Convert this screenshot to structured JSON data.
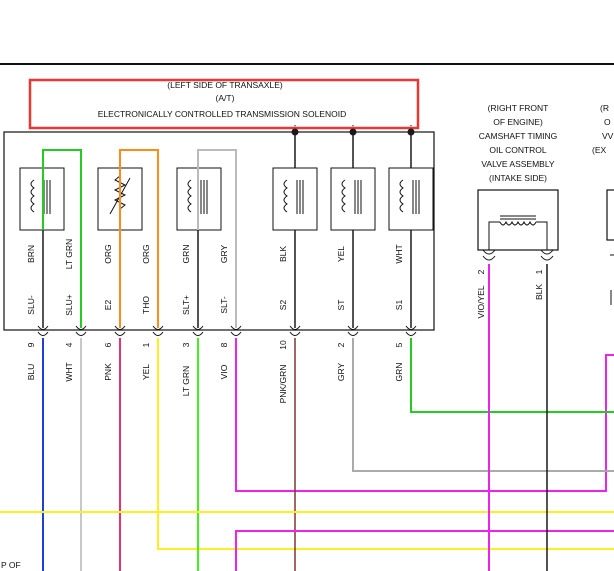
{
  "solenoid": {
    "title_line1": "(LEFT SIDE OF TRANSAXLE)",
    "title_line2": "(A/T)",
    "title_line3": "ELECTRONICALLY CONTROLLED TRANSMISSION SOLENOID",
    "highlight_color": "#e53935",
    "coils": [
      {
        "wire": "BRN",
        "pin_label": "SLU-",
        "pin": "9",
        "out_color_name": "BLU",
        "wire_hex": "#1a1a1a",
        "out_hex": "#1e3fd8"
      },
      {
        "wire": "LT GRN",
        "pin_label": "SLU+",
        "pin": "4",
        "out_color_name": "WHT",
        "wire_hex": "#22cc22",
        "out_hex": "#c8c8c8"
      },
      {
        "wire": "ORG",
        "pin_label": "E2",
        "pin": "6",
        "out_color_name": "PNK",
        "wire_hex": "#ff8c1a",
        "out_hex": "#e8336a"
      },
      {
        "wire": "ORG",
        "pin_label": "THO",
        "pin": "1",
        "out_color_name": "YEL",
        "wire_hex": "#ff8c1a",
        "out_hex": "#ffee22"
      },
      {
        "wire": "GRN",
        "pin_label": "SLT+",
        "pin": "3",
        "out_color_name": "LT GRN",
        "wire_hex": "#1a1a1a",
        "out_hex": "#44ee22"
      },
      {
        "wire": "GRY",
        "pin_label": "SLT-",
        "pin": "8",
        "out_color_name": "VIO",
        "wire_hex": "#bbbbbb",
        "out_hex": "#ee22ee"
      },
      {
        "wire": "BLK",
        "pin_label": "S2",
        "pin": "10",
        "out_color_name": "PNK/GRN",
        "wire_hex": "#1a1a1a",
        "out_hex": "#7a3a2a"
      },
      {
        "wire": "YEL",
        "pin_label": "ST",
        "pin": "2",
        "out_color_name": "GRY",
        "wire_hex": "#1a1a1a",
        "out_hex": "#aaaaaa"
      },
      {
        "wire": "WHT",
        "pin_label": "S1",
        "pin": "5",
        "out_color_name": "GRN",
        "wire_hex": "#1a1a1a",
        "out_hex": "#22cc22"
      }
    ]
  },
  "camshaft_valve": {
    "line1": "(RIGHT FRONT",
    "line2": "OF ENGINE)",
    "line3": "CAMSHAFT TIMING",
    "line4": "OIL CONTROL",
    "line5": "VALVE ASSEMBLY",
    "line6": "(INTAKE SIDE)",
    "pin_left_label": "VIO/YEL",
    "pin_left": "2",
    "pin_right_label": "BLK",
    "pin_right": "1",
    "left_wire_hex": "#ee22ee",
    "right_wire_hex": "#1a1a1a"
  },
  "right_partial": {
    "line1": "(R",
    "line2": "O",
    "line3": "VV",
    "line4": "(EX"
  },
  "bottom_left_partial": "P OF"
}
